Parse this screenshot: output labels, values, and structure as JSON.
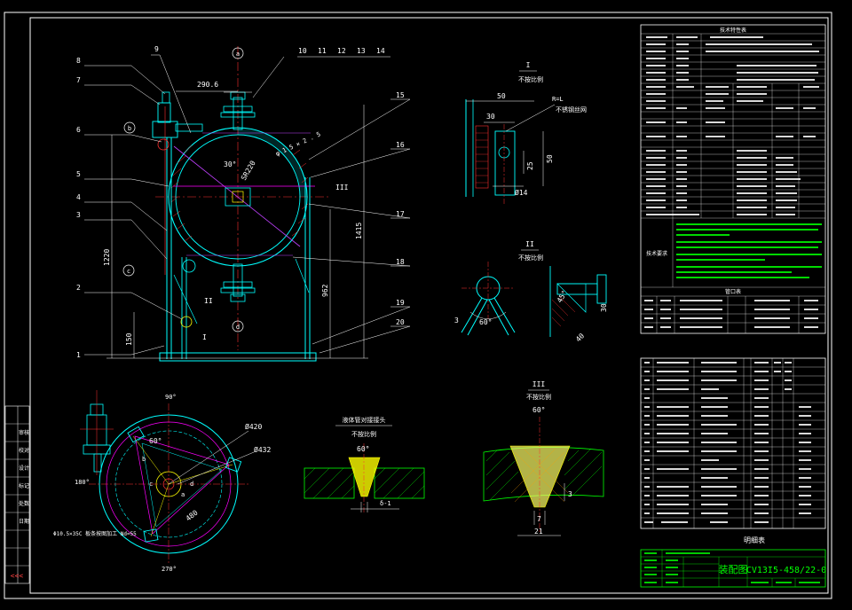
{
  "drawing": {
    "title_block": {
      "title": "装配图",
      "drawing_no": "CV13I5-458/22-0"
    },
    "detail_labels": {
      "detail_I": {
        "roman": "I",
        "scale": "不按比例"
      },
      "detail_II": {
        "roman": "II",
        "scale": "不按比例"
      },
      "detail_III": {
        "roman": "III",
        "scale": "不按比例"
      },
      "weld_joint": {
        "title": "液体管对接接头",
        "scale": "不按比例"
      }
    },
    "main_view": {
      "dims": {
        "d2906": "290.6",
        "d1220": "1220",
        "d150": "150",
        "d962": "962",
        "d1415": "1415",
        "d30deg": "30°",
        "sr220": "SR220",
        "phi": "φ 1 5 × 2 . 5"
      },
      "circle_marks": [
        "a",
        "b",
        "c",
        "d"
      ],
      "part_numbers": [
        "1",
        "2",
        "3",
        "4",
        "5",
        "6",
        "7",
        "8",
        "9",
        "10",
        "11",
        "12",
        "13",
        "14",
        "15",
        "16",
        "17",
        "18",
        "19",
        "20"
      ]
    },
    "detail_I_dims": {
      "d50": "50",
      "d30": "30",
      "d25": "25",
      "d50v": "50",
      "d14": "Ø14",
      "rlabel": "R=L",
      "note": "不锈钢丝网"
    },
    "detail_II_dims": {
      "d60": "60°",
      "d3": "3",
      "d45": "45°",
      "d40": "40",
      "d30": "30"
    },
    "detail_III_dims": {
      "d60": "60°",
      "d7": "7",
      "d21": "21",
      "d3": "3"
    },
    "weld_dims": {
      "d60": "60°",
      "gap": "δ-1"
    },
    "plan_view": {
      "d420": "Ø420",
      "d432": "Ø432",
      "d480": "480",
      "d60": "60°",
      "a90": "90°",
      "a180": "180°",
      "a270": "270°",
      "note": "Φ10.5×35C 板条按图加工 Nd=55"
    },
    "left_strip": [
      "审核",
      "校对",
      "设计",
      "标记",
      "处数",
      "日期"
    ],
    "left_strip_stamp": "<<<",
    "section_labels": {
      "tech_data": "技术特性表",
      "nozzle_table": "管口表",
      "tech_req": "技术要求",
      "parts_list": "明细表"
    }
  }
}
